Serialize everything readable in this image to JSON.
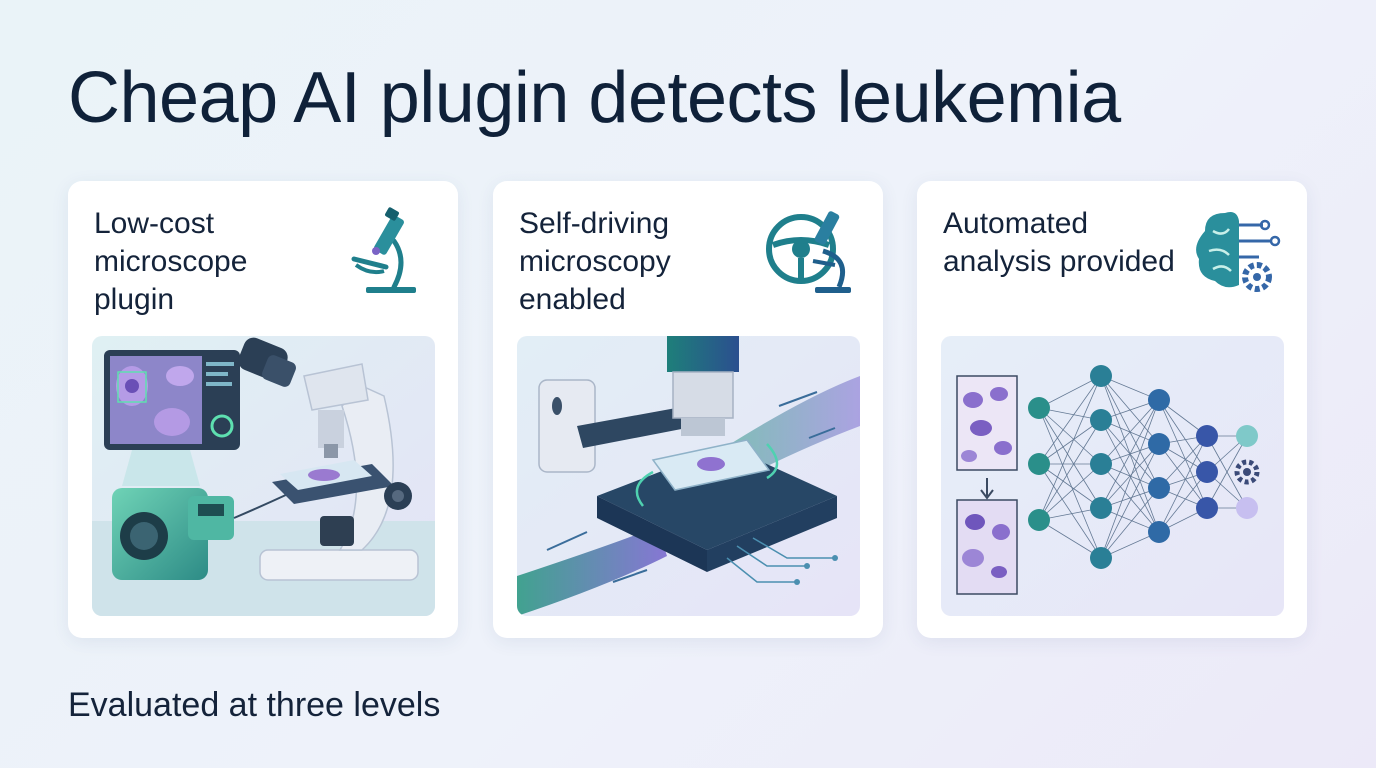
{
  "title": "Cheap AI plugin detects leukemia",
  "cards": [
    {
      "label": "Low-cost microscope plugin",
      "icon": "microscope-icon"
    },
    {
      "label": "Self-driving microscopy enabled",
      "icon": "steering-wheel-microscope-icon"
    },
    {
      "label": "Automated analysis provided",
      "icon": "brain-circuit-gear-icon"
    }
  ],
  "footer": "Evaluated at three levels",
  "colors": {
    "title": "#0f2139",
    "accent_teal": "#1f7f8c",
    "accent_blue": "#2e5fa8",
    "accent_purple": "#7a63c6"
  }
}
